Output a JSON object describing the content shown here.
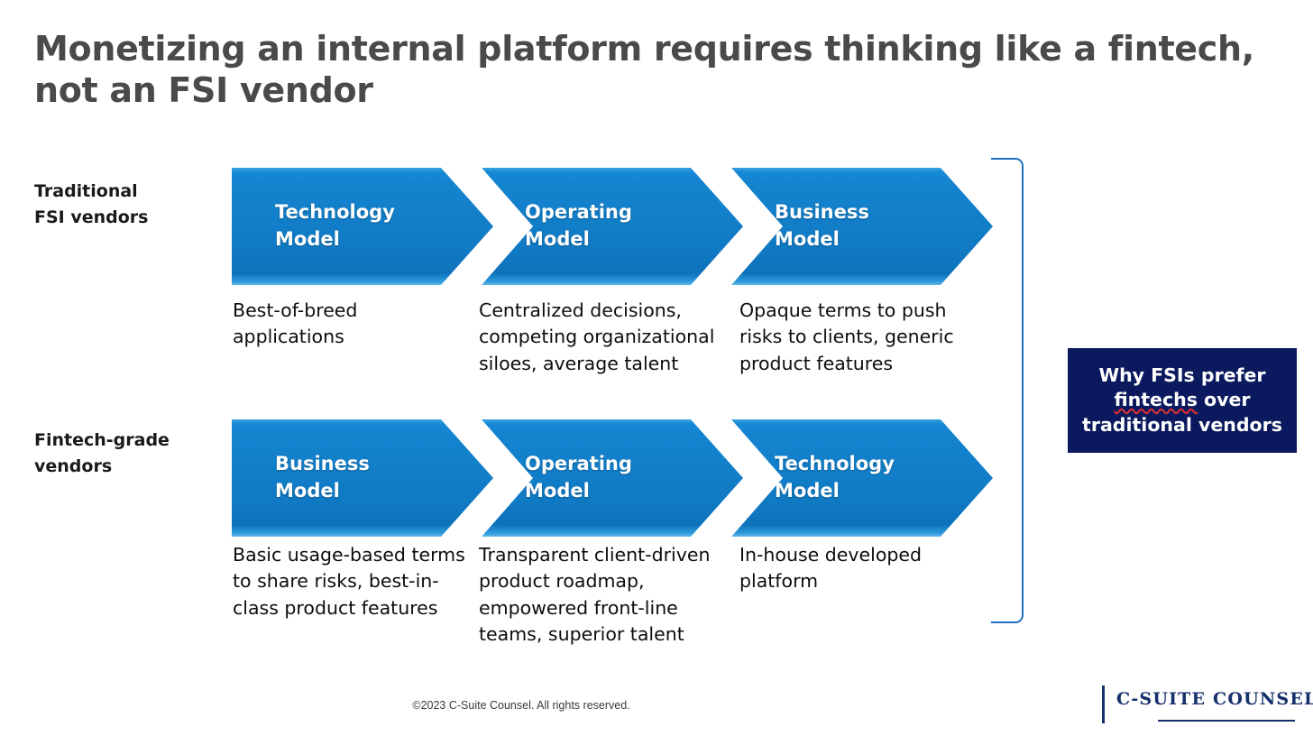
{
  "slide": {
    "title": "Monetizing an internal platform requires thinking like a fintech, not an FSI vendor",
    "background_color": "#ffffff",
    "title_color": "#4a4a4a"
  },
  "rows": [
    {
      "label": "Traditional\nFSI vendors",
      "stages": [
        {
          "title": "Technology\nModel",
          "description": "Best-of-breed applications"
        },
        {
          "title": "Operating\nModel",
          "description": "Centralized decisions, competing organizational siloes, average talent"
        },
        {
          "title": "Business\nModel",
          "description": "Opaque terms to push risks to clients, generic product features"
        }
      ]
    },
    {
      "label": "Fintech-grade\nvendors",
      "stages": [
        {
          "title": "Business\nModel",
          "description": "Basic usage-based terms to share risks, best-in-class product features"
        },
        {
          "title": "Operating\nModel",
          "description": "Transparent client-driven product roadmap, empowered front-line teams, superior talent"
        },
        {
          "title": "Technology\nModel",
          "description": "In-house developed platform"
        }
      ]
    }
  ],
  "callout": {
    "line1": "Why FSIs prefer",
    "line2_misspelled": "fintechs",
    "line2_rest": " over",
    "line3": "traditional vendors",
    "background_color": "#0b1a5e",
    "text_color": "#ffffff",
    "spellcheck_underline_color": "#e03131"
  },
  "bracket": {
    "color": "#1f6fbf"
  },
  "chevron": {
    "fill_color": "#1484cf",
    "highlight_color": "#38a3e0",
    "shadow_color": "#0d72ba",
    "label_color": "#ffffff"
  },
  "footer": {
    "copyright": "©2023 C-Suite Counsel.  All rights reserved."
  },
  "logo": {
    "text": "C-SUITE COUNSEL",
    "color": "#15306b"
  }
}
